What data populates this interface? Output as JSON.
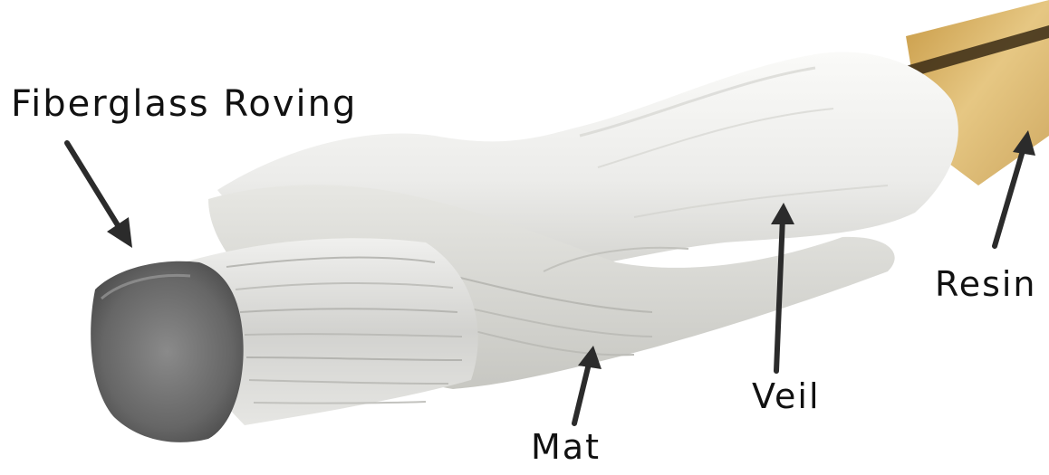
{
  "diagram": {
    "labels": {
      "roving": "Fiberglass Roving",
      "mat": "Mat",
      "veil": "Veil",
      "resin": "Resin"
    },
    "colors": {
      "label_text": "#111111",
      "arrow": "#2b2b2b",
      "roving_core": "#6f6f6f",
      "veil_white": "#f4f4f2",
      "mat_grey": "#d9d9d4",
      "resin_tan": "#d9b56a"
    }
  }
}
